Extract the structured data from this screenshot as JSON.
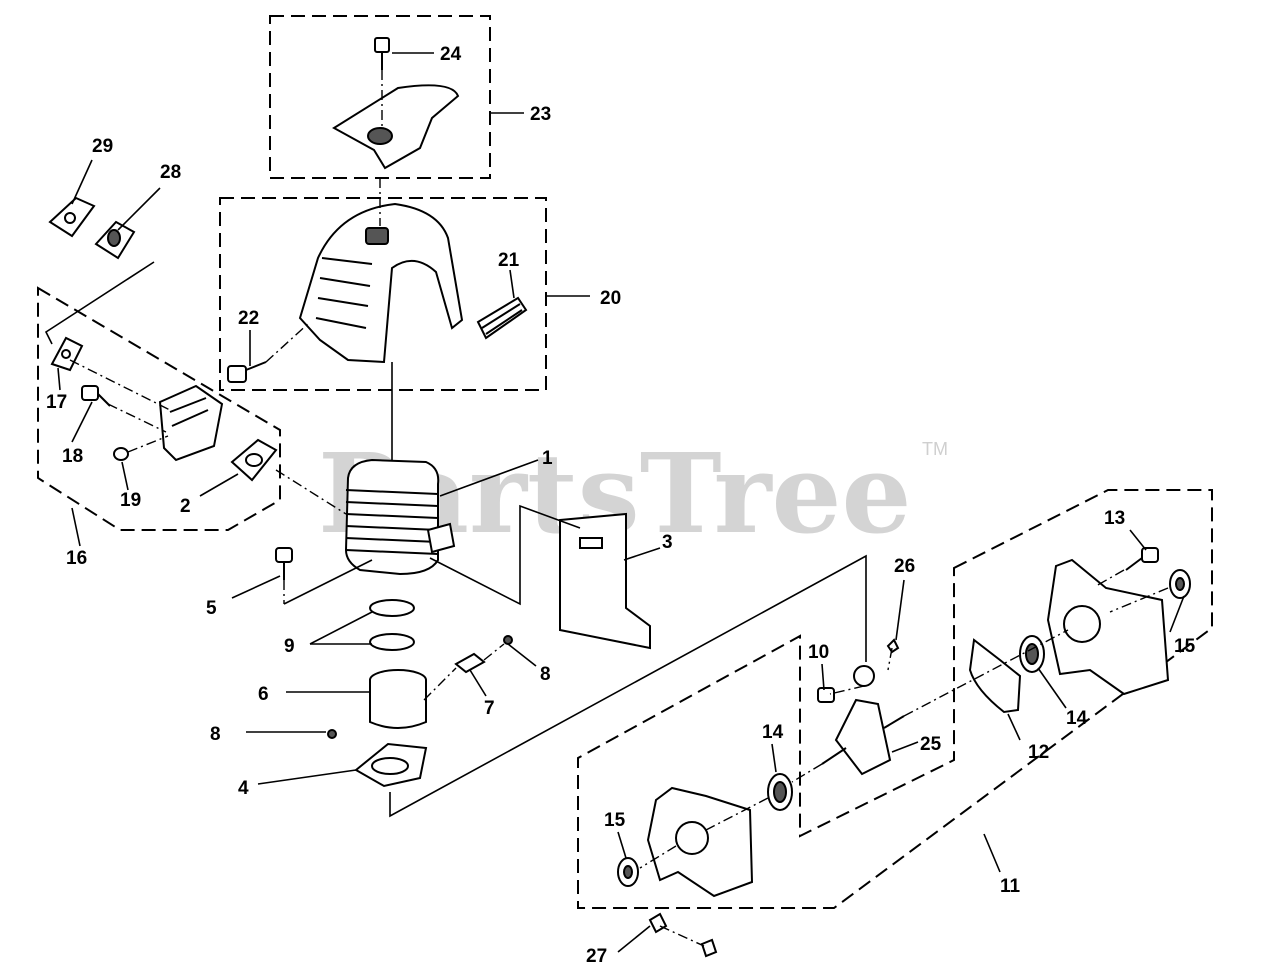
{
  "watermark": {
    "text": "PartsTree",
    "trademark": "TM"
  },
  "callouts": [
    {
      "id": "24",
      "text": "24"
    },
    {
      "id": "23",
      "text": "23"
    },
    {
      "id": "29",
      "text": "29"
    },
    {
      "id": "28",
      "text": "28"
    },
    {
      "id": "21",
      "text": "21"
    },
    {
      "id": "20",
      "text": "20"
    },
    {
      "id": "22",
      "text": "22"
    },
    {
      "id": "17",
      "text": "17"
    },
    {
      "id": "18",
      "text": "18"
    },
    {
      "id": "19",
      "text": "19"
    },
    {
      "id": "2",
      "text": "2"
    },
    {
      "id": "16",
      "text": "16"
    },
    {
      "id": "1",
      "text": "1"
    },
    {
      "id": "3",
      "text": "3"
    },
    {
      "id": "5",
      "text": "5"
    },
    {
      "id": "9",
      "text": "9"
    },
    {
      "id": "8a",
      "text": "8"
    },
    {
      "id": "6",
      "text": "6"
    },
    {
      "id": "7",
      "text": "7"
    },
    {
      "id": "8b",
      "text": "8"
    },
    {
      "id": "4",
      "text": "4"
    },
    {
      "id": "13",
      "text": "13"
    },
    {
      "id": "26",
      "text": "26"
    },
    {
      "id": "15a",
      "text": "15"
    },
    {
      "id": "10",
      "text": "10"
    },
    {
      "id": "14a",
      "text": "14"
    },
    {
      "id": "12",
      "text": "12"
    },
    {
      "id": "14b",
      "text": "14"
    },
    {
      "id": "25",
      "text": "25"
    },
    {
      "id": "15b",
      "text": "15"
    },
    {
      "id": "11",
      "text": "11"
    },
    {
      "id": "27",
      "text": "27"
    }
  ]
}
